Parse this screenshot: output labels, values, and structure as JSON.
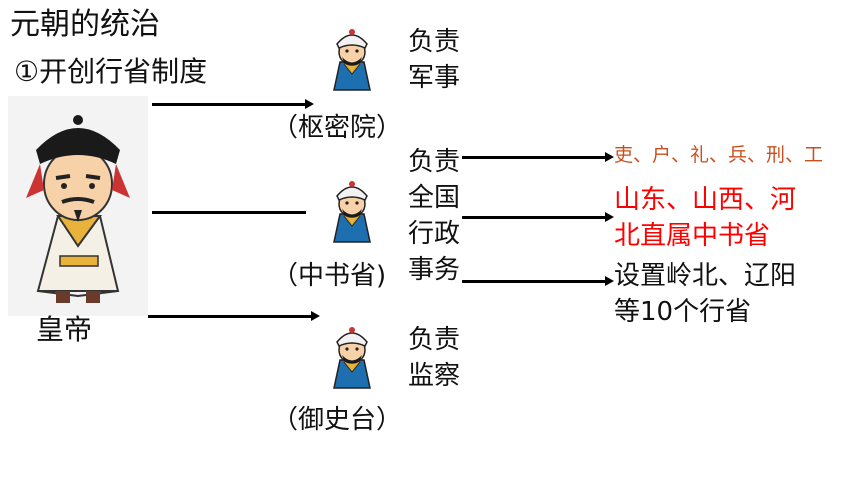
{
  "title": "元朝的统治",
  "subtitle": "①开创行省制度",
  "emperor": {
    "label": "皇帝",
    "icon": "emperor-figure-icon"
  },
  "departments": [
    {
      "name": "（枢密院）",
      "duty_lines": [
        "负责",
        "军事"
      ],
      "icon": "official-figure-icon"
    },
    {
      "name": "（中书省)",
      "duty_lines": [
        "负责",
        "全国",
        "行政",
        "事务"
      ],
      "icon": "official-figure-icon"
    },
    {
      "name": "（御史台）",
      "duty_lines": [
        "负责",
        "监察"
      ],
      "icon": "official-figure-icon"
    }
  ],
  "central_branches": {
    "six_ministries": "吏、户、礼、兵、刑、工",
    "direct_area_lines": [
      "山东、山西、河",
      "北直属中书省"
    ],
    "provinces_lines": [
      "设置岭北、辽阳",
      "等10个行省"
    ]
  },
  "colors": {
    "text": "#111111",
    "six_ministries": "#c8501e",
    "direct_area": "#ff0000",
    "robe_blue": "#1e6fb0",
    "hat_black": "#1a1a1a"
  }
}
